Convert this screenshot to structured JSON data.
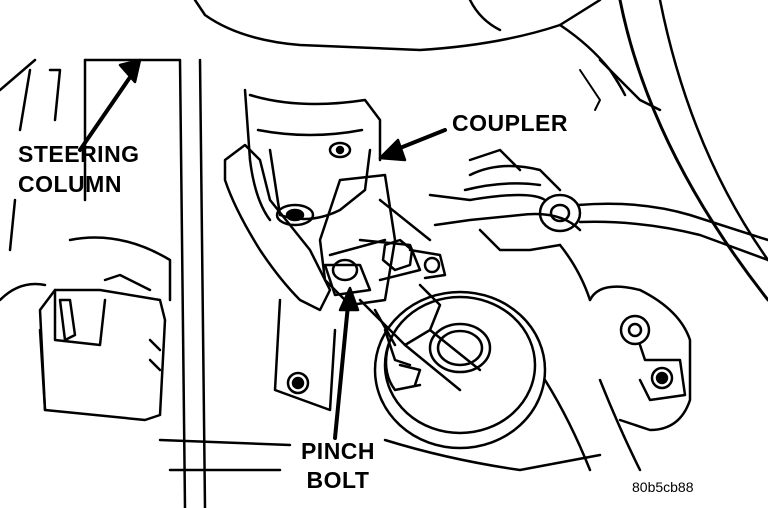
{
  "labels": {
    "steering_column_line1": "STEERING",
    "steering_column_line2": "COLUMN",
    "coupler": "COUPLER",
    "pinch_bolt_line1": "PINCH",
    "pinch_bolt_line2": "BOLT",
    "figure_code": "80b5cb88"
  },
  "colors": {
    "ink": "#000000",
    "paper": "#ffffff"
  }
}
